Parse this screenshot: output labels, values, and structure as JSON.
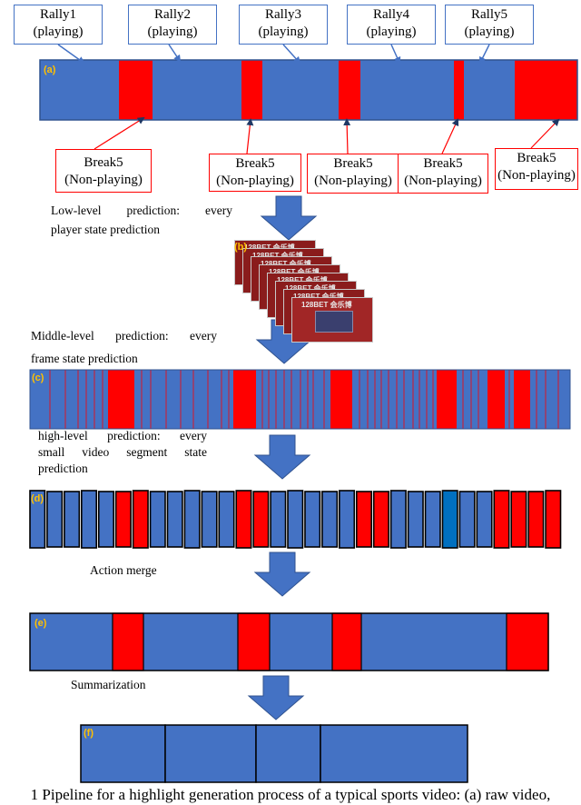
{
  "callouts": {
    "rallies": [
      {
        "title": "Rally1",
        "sub": "(playing)"
      },
      {
        "title": "Rally2",
        "sub": "(playing)"
      },
      {
        "title": "Rally3",
        "sub": "(playing)"
      },
      {
        "title": "Rally4",
        "sub": "(playing)"
      },
      {
        "title": "Rally5",
        "sub": "(playing)"
      }
    ],
    "breaks": [
      {
        "title": "Break5",
        "sub": "(Non-playing)"
      },
      {
        "title": "Break5",
        "sub": "(Non-playing)"
      },
      {
        "title": "Break5",
        "sub": "(Non-playing)"
      },
      {
        "title": "Break5",
        "sub": "(Non-playing)"
      },
      {
        "title": "Break5",
        "sub": "(Non-playing)"
      }
    ]
  },
  "panel_labels": {
    "a": "(a)",
    "b": "(b)",
    "c": "(c)",
    "d": "(d)",
    "e": "(e)",
    "f": "(f)"
  },
  "steps": {
    "low_level": [
      "Low-level prediction: every",
      "player state prediction"
    ],
    "middle_level": [
      "Middle-level prediction: every",
      "frame state prediction"
    ],
    "high_level": [
      "high-level prediction: every",
      "small video segment state",
      "prediction"
    ],
    "action_merge": "Action merge",
    "summarization": "Summarization"
  },
  "thumbnail_text": "128BET 会乐博",
  "caption": "1 Pipeline for a highlight generation process of a typical sports video: (a) raw video,",
  "colors": {
    "playing": "#4472c4",
    "nonplaying": "#ff0000",
    "arrow": "#4472c4",
    "label": "#ffc000"
  },
  "states": {
    "raw_video": [
      "playing",
      "non-playing",
      "playing",
      "non-playing",
      "playing",
      "non-playing",
      "playing",
      "non-playing",
      "playing",
      "non-playing"
    ],
    "segments": [
      "playing",
      "playing",
      "playing",
      "playing",
      "playing",
      "non-playing",
      "non-playing",
      "playing",
      "playing",
      "playing",
      "playing",
      "playing",
      "non-playing",
      "non-playing",
      "playing",
      "playing",
      "playing",
      "playing",
      "playing",
      "non-playing",
      "non-playing",
      "playing",
      "playing",
      "playing",
      "playing",
      "playing",
      "playing",
      "non-playing",
      "non-playing",
      "non-playing",
      "non-playing"
    ],
    "merged": [
      "playing",
      "non-playing",
      "playing",
      "non-playing",
      "playing",
      "non-playing",
      "playing",
      "non-playing"
    ],
    "summary_segments": 4
  }
}
